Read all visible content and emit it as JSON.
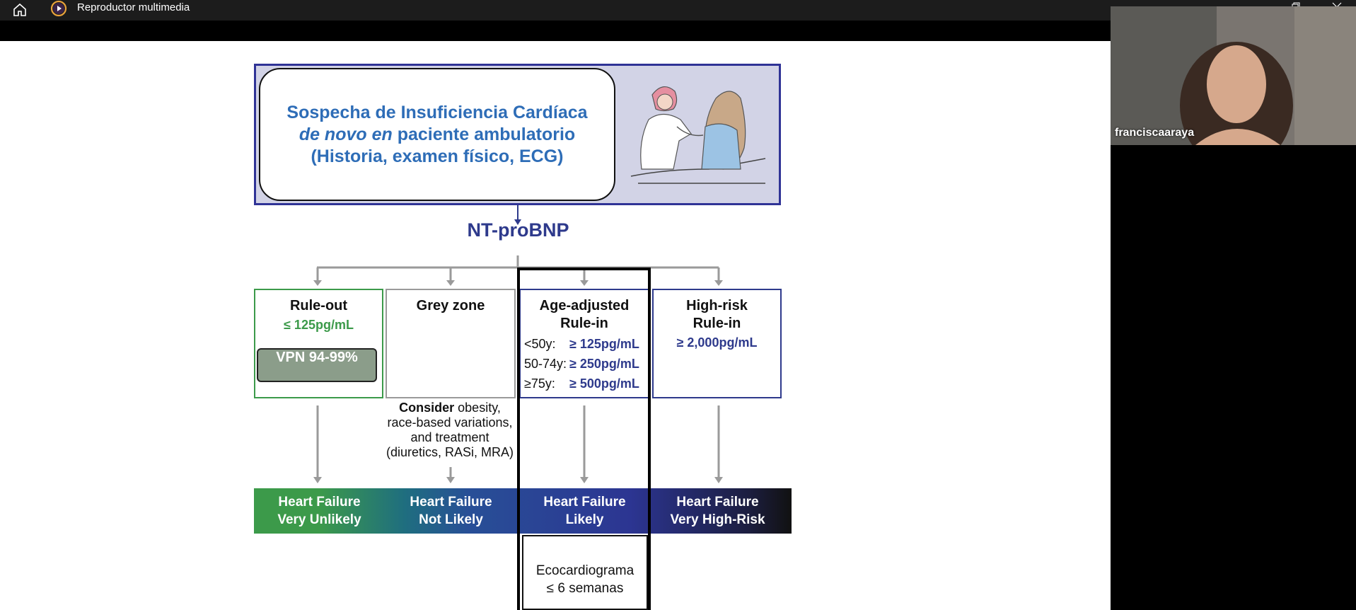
{
  "window": {
    "title": "Reproductor multimedia",
    "icons": [
      "home-icon",
      "media-player-logo",
      "minimize-icon",
      "restore-icon",
      "close-icon"
    ]
  },
  "participant": {
    "name": "franciscaaraya"
  },
  "slide": {
    "header": {
      "line1": "Sospecha de Insuficiencia Cardíaca",
      "line2_italic1": "de novo en",
      "line2_rest": " paciente ambulatorio",
      "line3": "(Historia, examen físico, ECG)"
    },
    "test_label": "NT-proBNP",
    "categories": {
      "rule_out": {
        "title": "Rule-out",
        "value": "≤ 125pg/mL",
        "vpn": "VPN 94-99%"
      },
      "grey_zone": {
        "title": "Grey zone"
      },
      "age_adjusted": {
        "title_line1": "Age-adjusted",
        "title_line2": "Rule-in",
        "rows": [
          {
            "age": "<50y:",
            "value": "≥ 125pg/mL"
          },
          {
            "age": "50-74y:",
            "value": "≥ 250pg/mL"
          },
          {
            "age": "≥75y:",
            "value": "≥ 500pg/mL"
          }
        ]
      },
      "high_risk": {
        "title_line1": "High-risk",
        "title_line2": "Rule-in",
        "value": "≥ 2,000pg/mL"
      }
    },
    "consider": {
      "bold": "Consider",
      "line1_rest": " obesity,",
      "line2": "race-based variations,",
      "line3": "and treatment",
      "line4": "(diuretics, RASi, MRA)"
    },
    "outcomes": [
      {
        "line1": "Heart Failure",
        "line2": "Very Unlikely"
      },
      {
        "line1": "Heart Failure",
        "line2": "Not Likely"
      },
      {
        "line1": "Heart Failure",
        "line2": "Likely"
      },
      {
        "line1": "Heart Failure",
        "line2": "Very High-Risk"
      }
    ],
    "echo": {
      "line1": "Ecocardiograma",
      "line2": "≤ 6 semanas"
    },
    "colors": {
      "green": "#3c9a4a",
      "navy": "#2e3a8c",
      "header_blue": "#2e6db7",
      "grey": "#9a9a9a"
    }
  }
}
